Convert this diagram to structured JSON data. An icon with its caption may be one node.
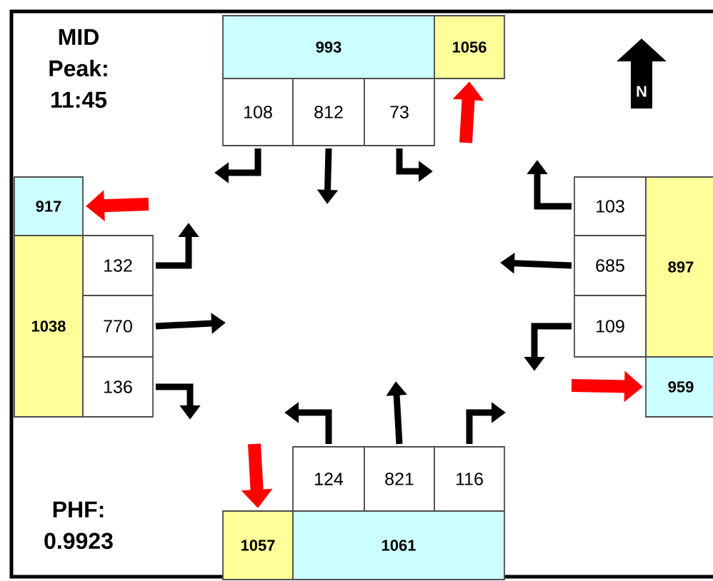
{
  "diagram": {
    "nodes": [
      {
        "text": [
          "993"
        ]
      },
      {
        "text": [
          "1056"
        ]
      },
      {
        "text": [
          "108"
        ]
      },
      {
        "text": [
          "812"
        ]
      },
      {
        "text": [
          "73"
        ]
      },
      {
        "text": [
          "917"
        ]
      },
      {
        "text": [
          "132"
        ]
      },
      {
        "text": [
          "103"
        ]
      },
      {
        "text": [
          "1038"
        ]
      },
      {
        "text": [
          "770"
        ]
      },
      {
        "text": [
          "685"
        ]
      },
      {
        "text": [
          "897"
        ]
      },
      {
        "text": [
          "136"
        ]
      },
      {
        "text": [
          "109"
        ]
      },
      {
        "text": [
          "959"
        ]
      },
      {
        "text": [
          "124"
        ]
      },
      {
        "text": [
          "821"
        ]
      },
      {
        "text": [
          "116"
        ]
      },
      {
        "text": [
          "1057"
        ]
      },
      {
        "text": [
          "1061"
        ]
      }
    ],
    "edges": [
      {
        "from": 2,
        "to": null,
        "arrow": "to"
      },
      {
        "from": 3,
        "to": null,
        "arrow": "to"
      },
      {
        "from": 4,
        "to": null,
        "arrow": "to"
      },
      {
        "from": 6,
        "to": null,
        "arrow": "to"
      },
      {
        "from": 9,
        "to": null,
        "arrow": "to"
      },
      {
        "from": 12,
        "to": null,
        "arrow": "to"
      },
      {
        "from": 7,
        "to": null,
        "arrow": "to"
      },
      {
        "from": 10,
        "to": null,
        "arrow": "to"
      },
      {
        "from": 13,
        "to": null,
        "arrow": "to"
      },
      {
        "from": 15,
        "to": null,
        "arrow": "to"
      },
      {
        "from": 16,
        "to": null,
        "arrow": "to"
      },
      {
        "from": 17,
        "to": null,
        "arrow": "to"
      },
      {
        "from": null,
        "to": 1,
        "arrow": "to",
        "style": "thick",
        "color": "#ff0000"
      },
      {
        "from": null,
        "to": 5,
        "arrow": "to",
        "style": "thick",
        "color": "#ff0000"
      },
      {
        "from": null,
        "to": 14,
        "arrow": "to",
        "style": "thick",
        "color": "#ff0000"
      },
      {
        "from": null,
        "to": 18,
        "arrow": "to",
        "style": "thick",
        "color": "#ff0000"
      }
    ],
    "labels": [
      "MID Peak: 11:45",
      "N",
      "PHF: 0.9923"
    ]
  }
}
